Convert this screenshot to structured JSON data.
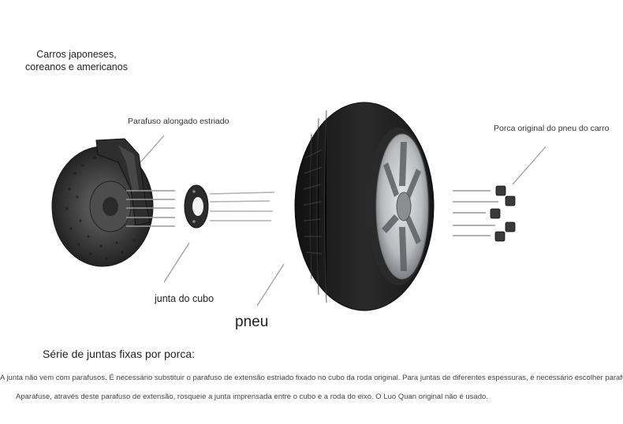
{
  "labels": {
    "title": "Carros japoneses, coreanos e americanos",
    "bolt": "Parafuso alongado estriado",
    "nut": "Porca original do pneu do carro",
    "hub_spacer": "junta do cubo",
    "tire": "pneu",
    "series_title": "Série de juntas fixas por porca:",
    "note_line1": "A junta não vem com parafusos. É necessário substituir o parafuso de extensão estriado fixado no cubo da roda original. Para juntas de diferentes espessuras, é necessário escolher parafusos de diferentes comprimentos.",
    "note_line2": "Aparafuse, através deste parafuso de extensão, rosqueie a junta imprensada entre o cubo e a roda do eixo. O Luo Quan original não é usado."
  },
  "colors": {
    "rotor": "#3a3a3a",
    "rotor_dark": "#222222",
    "tire": "#1c1c1c",
    "rim": "#b9bcbf",
    "leader_line": "#9a9a9a",
    "bolt": "#8f8f8f"
  }
}
